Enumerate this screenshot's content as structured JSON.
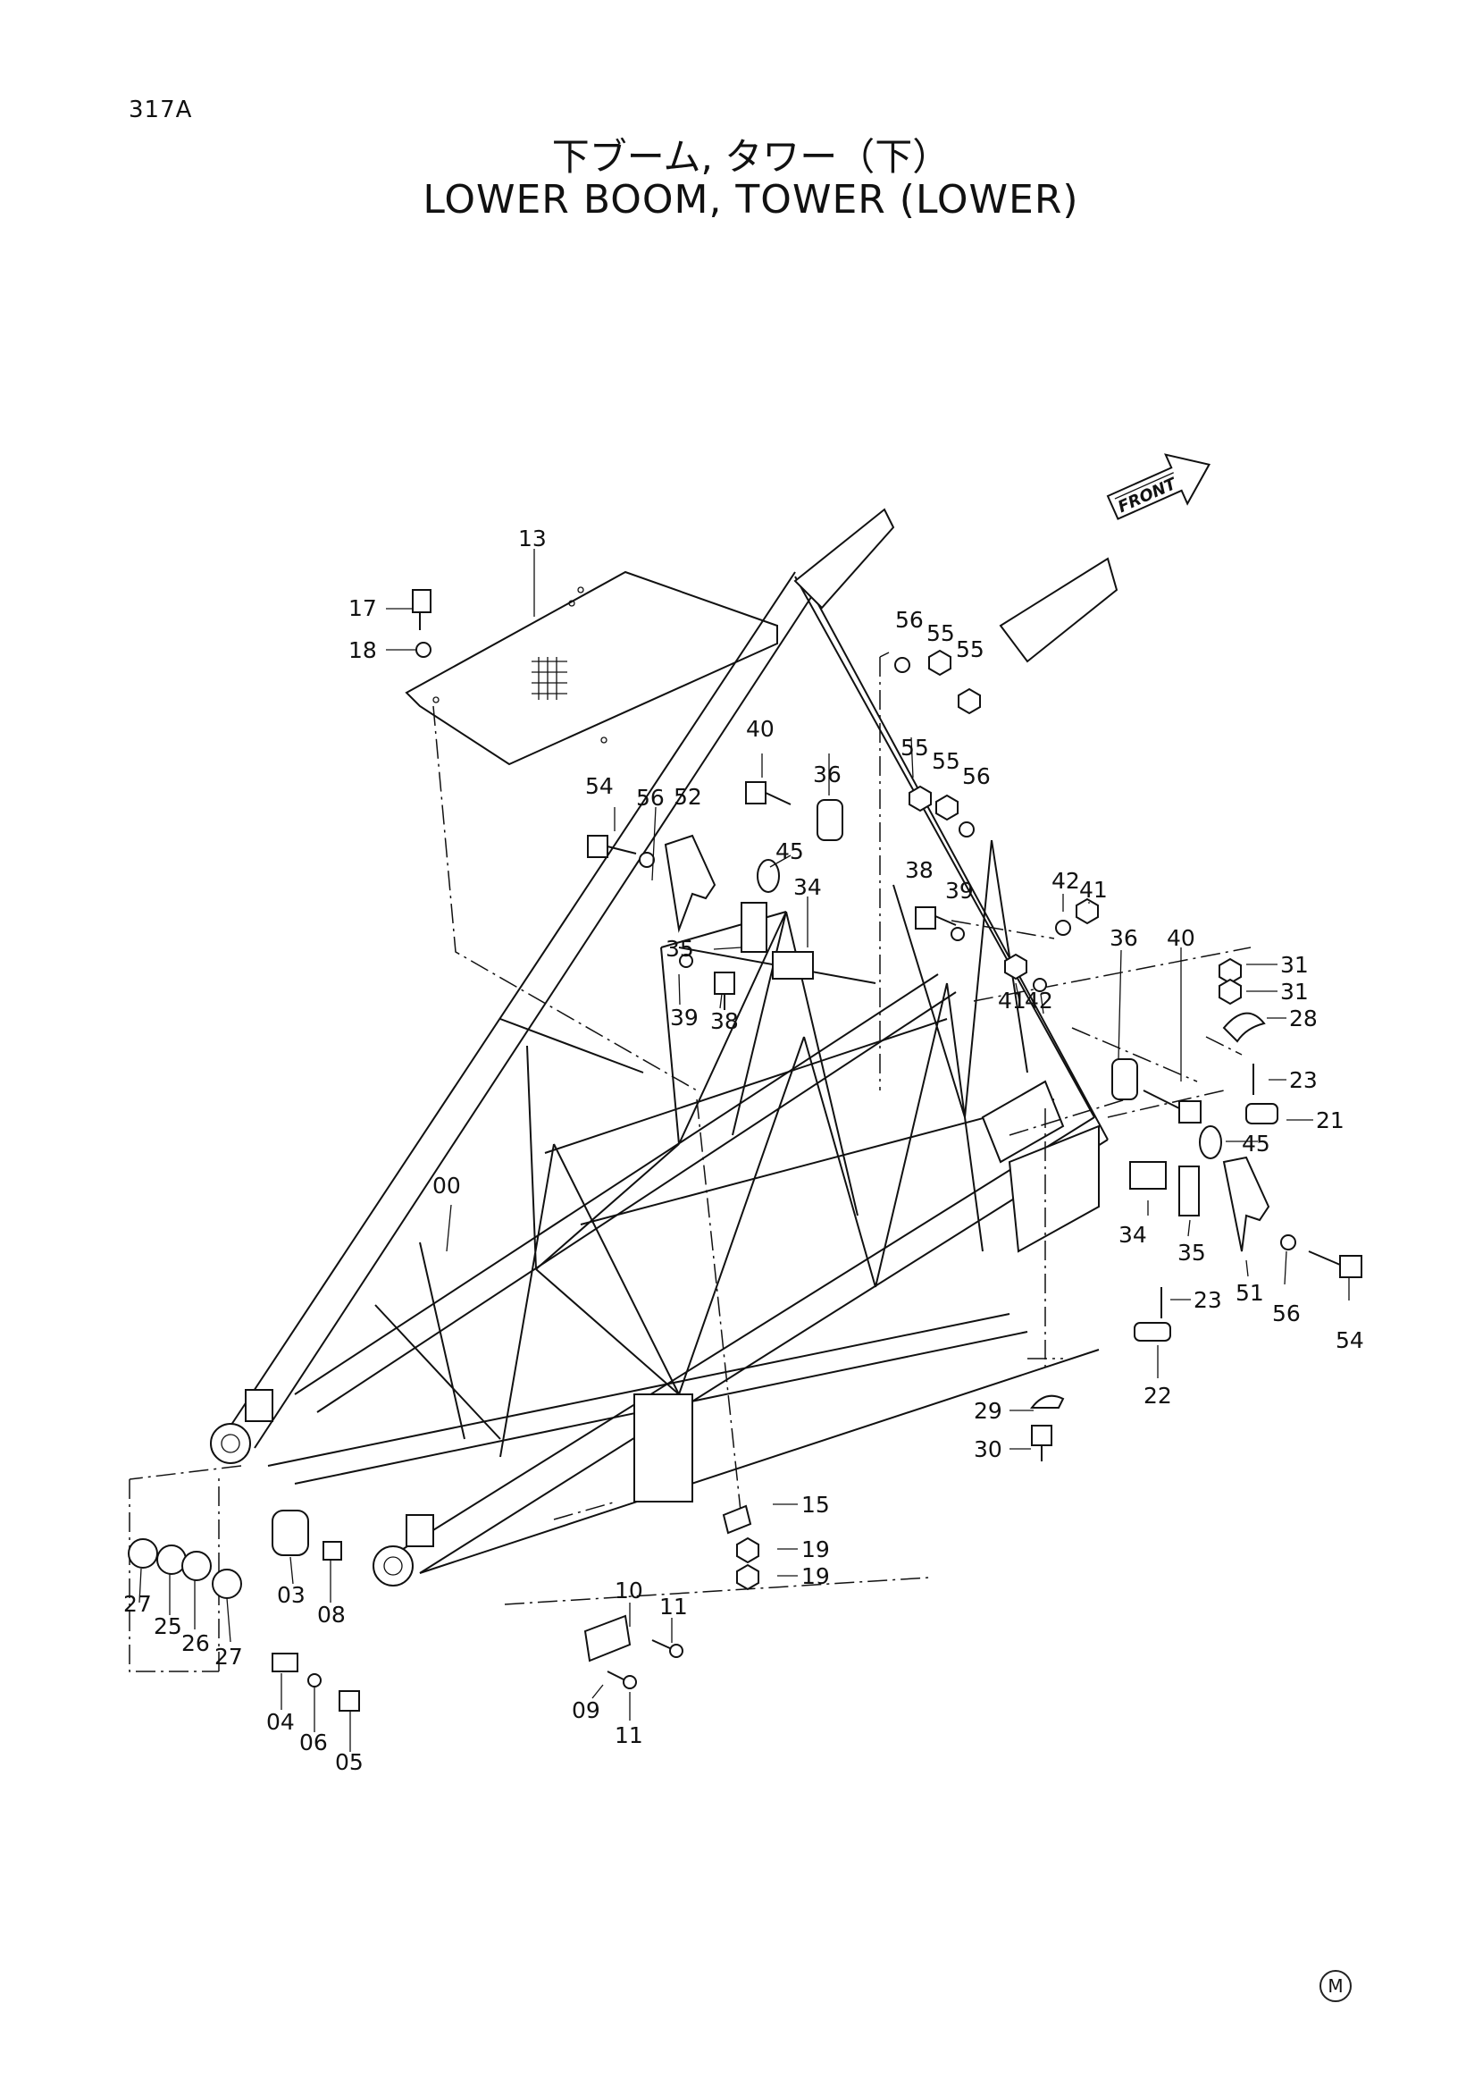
{
  "page_id": "317A",
  "title_jp": "下ブーム, タワー（下）",
  "title_en": "LOWER BOOM, TOWER (LOWER)",
  "front_label": "FRONT",
  "footer_mark": "M",
  "callouts": [
    "13",
    "17",
    "18",
    "56",
    "55",
    "55",
    "40",
    "36",
    "55",
    "55",
    "56",
    "54",
    "56",
    "52",
    "45",
    "34",
    "35",
    "38",
    "39",
    "42",
    "41",
    "39",
    "38",
    "41",
    "42",
    "36",
    "40",
    "31",
    "31",
    "28",
    "23",
    "21",
    "45",
    "00",
    "34",
    "35",
    "51",
    "56",
    "54",
    "23",
    "22",
    "29",
    "30",
    "15",
    "19",
    "19",
    "10",
    "11",
    "09",
    "11",
    "27",
    "25",
    "26",
    "27",
    "03",
    "08",
    "04",
    "06",
    "05"
  ]
}
